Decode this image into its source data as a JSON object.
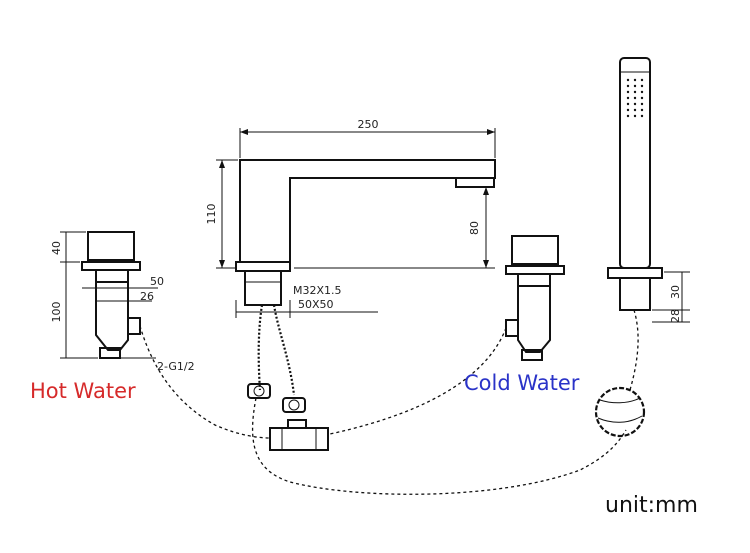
{
  "dimensions": {
    "spout_length": "250",
    "spout_height": "110",
    "spout_drop": "80",
    "thread": "M32X1.5",
    "base_size": "50X50",
    "handle_height": "40",
    "valve_height": "100",
    "handle_width": "50",
    "body_width": "26",
    "connector": "2-G1/2",
    "holder_height": "30",
    "holder_width": "28"
  },
  "labels": {
    "hot": "Hot Water",
    "cold": "Cold Water",
    "unit": "unit:mm"
  },
  "colors": {
    "hot": "#d62a2a",
    "cold": "#2a33c8",
    "line": "#111111"
  }
}
